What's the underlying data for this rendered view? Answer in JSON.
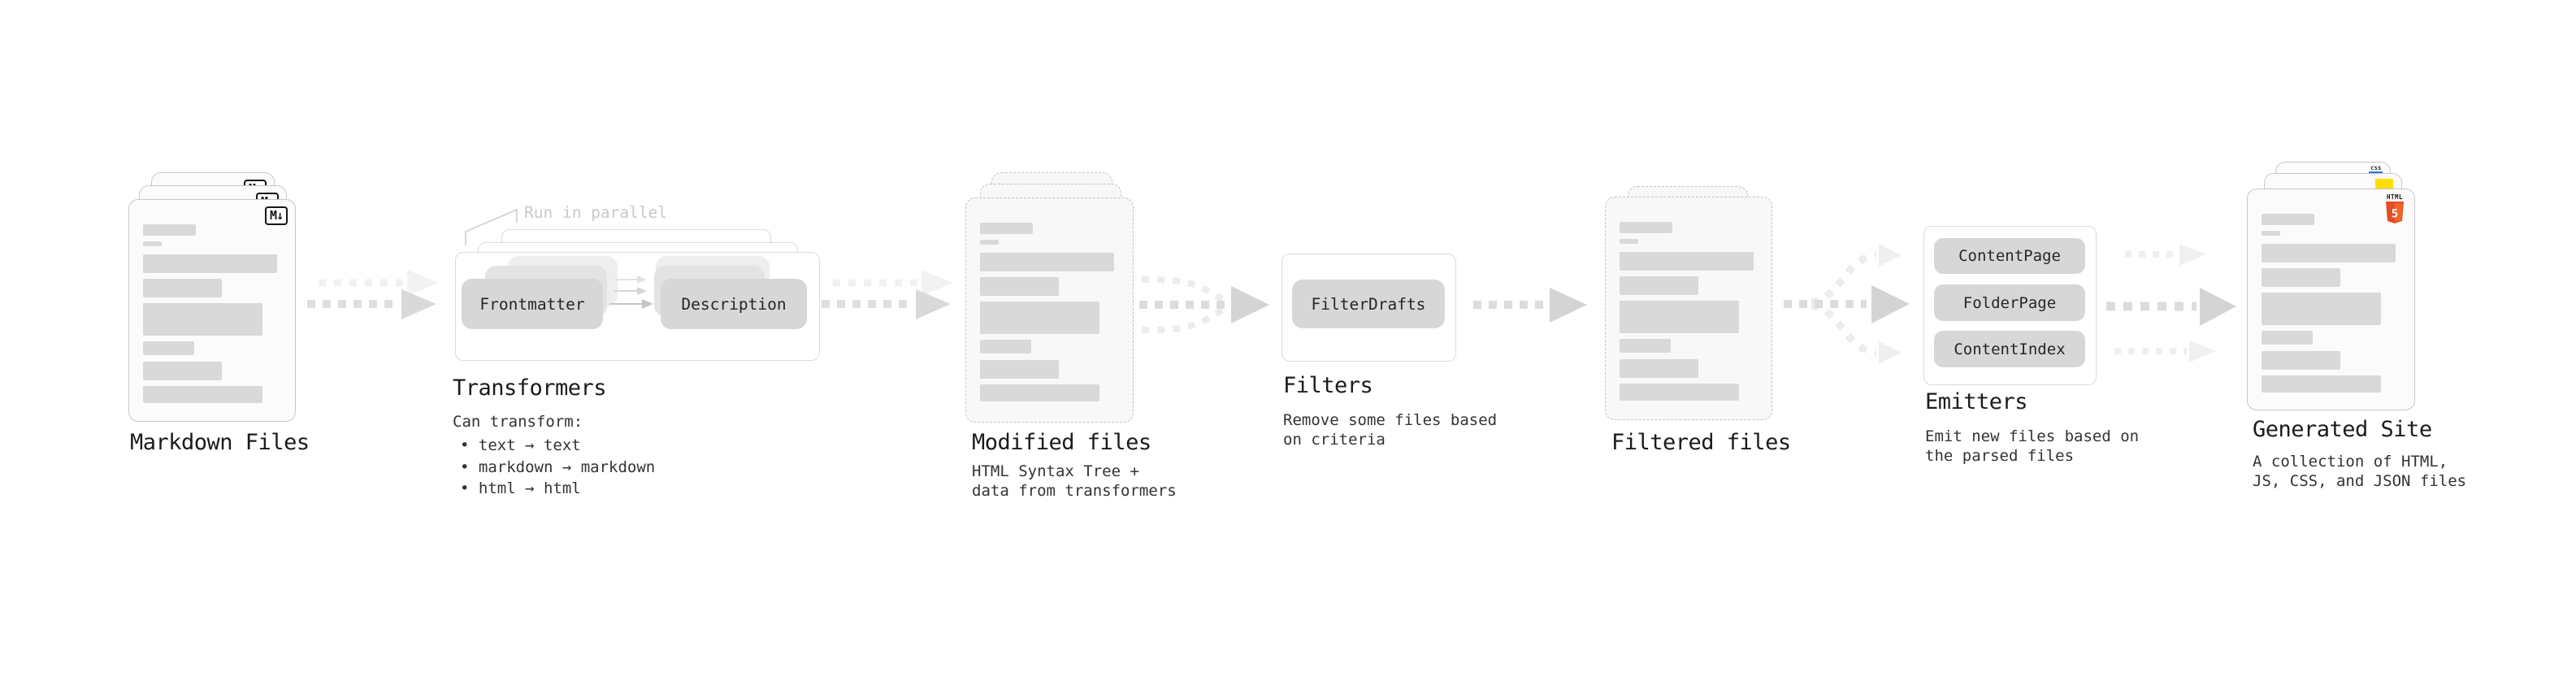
{
  "markdown": {
    "label": "Markdown Files",
    "badge": "M↓"
  },
  "transformers": {
    "label": "Transformers",
    "callout": "Run in parallel",
    "pill_from": "Frontmatter",
    "pill_to": "Description",
    "subtitle": "Can transform:",
    "bullets": [
      "• text → text",
      "• markdown → markdown",
      "• html → html"
    ]
  },
  "modified": {
    "label": "Modified files",
    "desc": "HTML Syntax Tree +\ndata from transformers"
  },
  "filters": {
    "label": "Filters",
    "pill": "FilterDrafts",
    "desc": "Remove some files based\non criteria"
  },
  "filtered": {
    "label": "Filtered files"
  },
  "emitters": {
    "label": "Emitters",
    "pills": [
      "ContentPage",
      "FolderPage",
      "ContentIndex"
    ],
    "desc": "Emit new files based on\nthe parsed files"
  },
  "generated": {
    "label": "Generated Site",
    "desc": "A collection of HTML,\nJS, CSS, and JSON files",
    "badge_html_label": "HTML",
    "badge_html_number": "5",
    "badge_css_label": "CSS"
  },
  "colors": {
    "html5_orange": "#e44d26",
    "html5_orange_light": "#f16529",
    "js_yellow": "#ffdf00",
    "css_blue": "#2f6fed"
  }
}
